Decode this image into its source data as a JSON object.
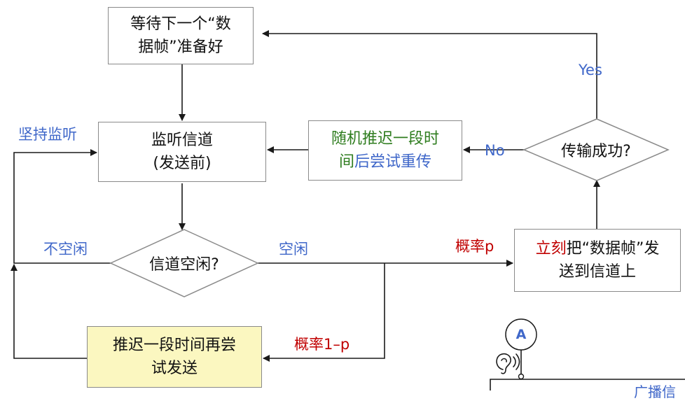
{
  "nodes": {
    "wait_next": {
      "line1": "等待下一个“数",
      "line2": "据帧”准备好"
    },
    "listen": {
      "line1": "监听信道",
      "line2": "(发送前)"
    },
    "backoff": {
      "line1a": "随机推迟一段时",
      "line2a": "间",
      "line2b": "后尝试重传"
    },
    "success_decision": {
      "text": "传输成功?"
    },
    "idle_decision": {
      "text": "信道空闲?"
    },
    "send_now": {
      "line1a": "立刻",
      "line1b": "把“数据帧”发",
      "line2": "送到信道上"
    },
    "defer_retry": {
      "line1": "推迟一段时间再尝",
      "line2": "试发送"
    }
  },
  "labels": {
    "yes": "Yes",
    "no": "No",
    "keep_listening": "坚持监听",
    "busy": "不空闲",
    "idle": "空闲",
    "prob_p": "概率p",
    "prob_1p": "概率1–p"
  },
  "partial": {
    "node_letter": "A",
    "bus_caption": "广播信"
  },
  "colors": {
    "line": "#1a1a1a",
    "box_border": "#8a8a8a",
    "blue_text": "#3f67c9",
    "green_text": "#2f7d1f",
    "red_text": "#c00000",
    "highlight_fill": "#fbf7c0"
  }
}
